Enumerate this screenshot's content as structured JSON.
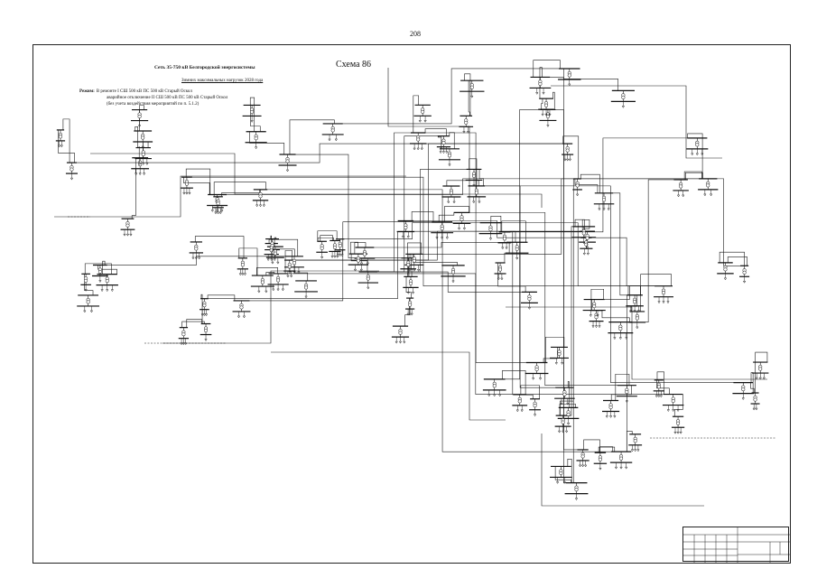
{
  "page": {
    "number": "208"
  },
  "header": {
    "title": "Сеть 35-750 кВ Белгородской энергосистемы",
    "scheme_label": "Схема 86",
    "subtitle": "Зимних максимальных нагрузок 2028 года"
  },
  "mode": {
    "label": "Режим:",
    "lines": [
      "В ремонте I СШ 500 кВ ПС 500 кВ Старый Оскол",
      "аварийное отключение II СШ 500 кВ ПС 500 кВ Старый Оскол",
      "(без учета воздействия мероприятий по п. 5.1.2)"
    ]
  },
  "colors": {
    "line": "#1a1a1a",
    "background": "#ffffff"
  }
}
